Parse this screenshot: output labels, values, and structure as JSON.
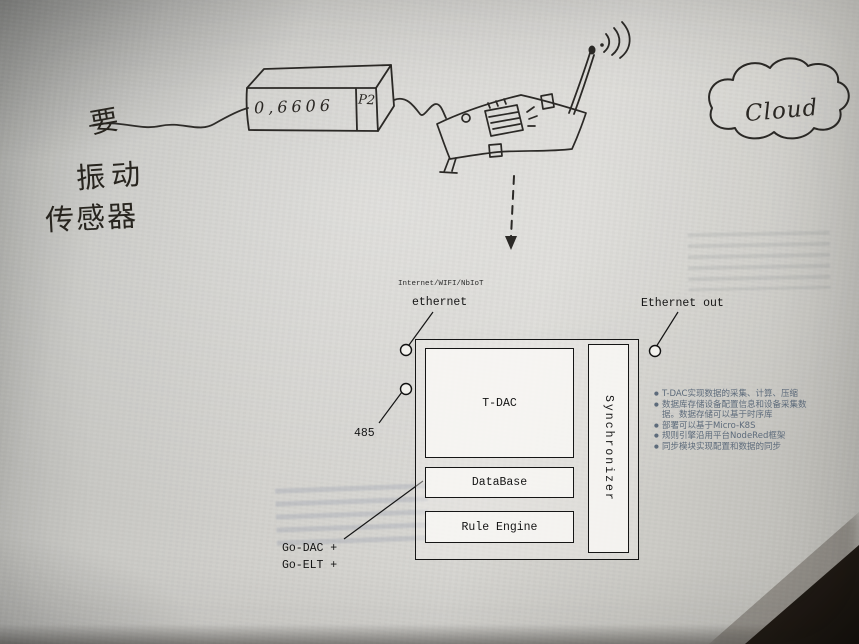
{
  "sketch": {
    "label_need": "要",
    "label_vibration": "振动",
    "label_sensor": "传感器",
    "device_display": "0,6606",
    "device_port_label": "P2",
    "cloud_label": "Cloud"
  },
  "architecture": {
    "uplink_protocols": "Internet/WIFI/NbIoT",
    "ethernet_in_label": "ethernet",
    "ethernet_out_label": "Ethernet out",
    "rs485_label": "485",
    "modules": {
      "tdac": "T-DAC",
      "database": "DataBase",
      "rule_engine": "Rule Engine",
      "synchronizer": "Synchronizer"
    },
    "stack_labels": [
      "Go-DAC +",
      "Go-ELT +"
    ],
    "notes": [
      "T-DAC实现数据的采集、计算、压缩",
      "数据库存储设备配置信息和设备采集数据。数据存储可以基于时序库",
      "部署可以基于Micro-K8S",
      "规则引擎沿用平台NodeRed框架",
      "同步模块实现配置和数据的同步"
    ]
  }
}
